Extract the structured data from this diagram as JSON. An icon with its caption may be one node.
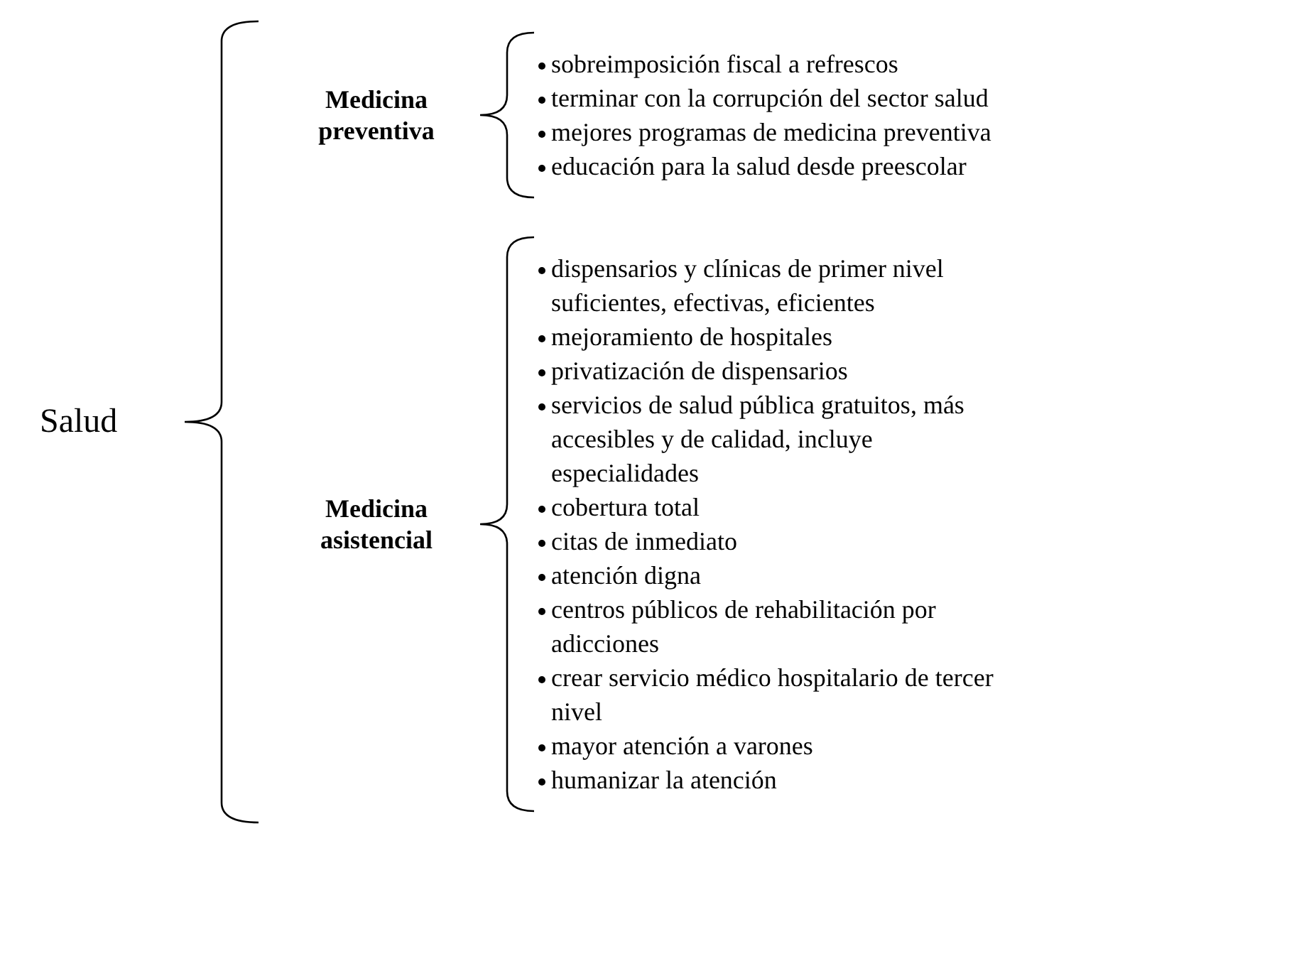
{
  "diagram": {
    "labels": [
      "Salud",
      "Medicina preventiva",
      "sobreimposición fiscal a refrescos",
      "terminar con la corrupción del sector salud",
      "mejores programas de medicina preventiva",
      "educación para la salud desde preescolar",
      "Medicina asistencial",
      "dispensarios y clínicas de primer nivel suficientes, efectivas, eficientes",
      "mejoramiento de hospitales",
      "privatización de dispensarios",
      "servicios de salud pública gratuitos, más accesibles y de calidad, incluye especialidades",
      "cobertura total",
      "citas de inmediato",
      "atención digna",
      "centros públicos de rehabilitación por adicciones",
      "crear servicio médico hospitalario de tercer nivel",
      "mayor atención a varones",
      "humanizar la atención"
    ]
  }
}
